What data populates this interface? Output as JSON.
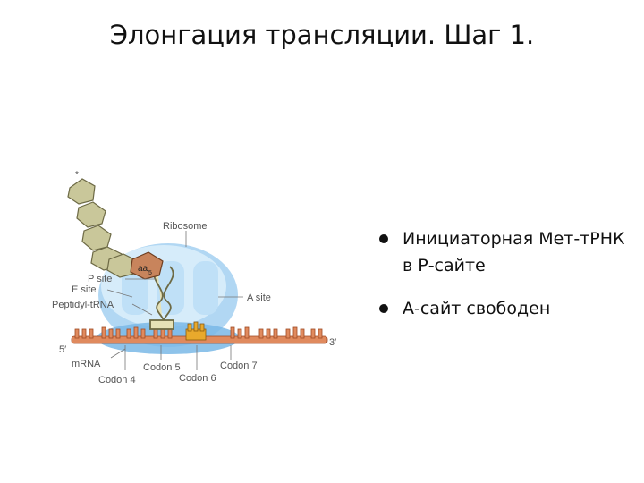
{
  "slide": {
    "title": "Элонгация трансляции. Шаг 1."
  },
  "diagram": {
    "labels": {
      "ribosome": "Ribosome",
      "p_site": "P site",
      "e_site": "E site",
      "peptidyl_trna": "Peptidyl-tRNA",
      "a_site": "A site",
      "five_prime": "5′",
      "three_prime": "3′",
      "mrna": "mRNA",
      "codon4": "Codon 4",
      "codon5": "Codon 5",
      "codon6": "Codon 6",
      "codon7": "Codon 7",
      "aa": "aa",
      "aa_sub": "5",
      "star": "*"
    },
    "colors": {
      "ribosome_light": "#d6ecfa",
      "ribosome_mid": "#a9d3f2",
      "ribosome_dark": "#7ab8e6",
      "peptide_bead": "#c9c79a",
      "peptide_stroke": "#6d6a45",
      "aa_bead": "#c8845c",
      "mrna": "#e08a5e",
      "mrna_stroke": "#a04a24",
      "codon6": "#e8a92c",
      "trna": "#e6e2b8"
    }
  },
  "bullets": [
    "Инициаторная Мет-тРНК в Р-сайте",
    "А-сайт свободен"
  ]
}
